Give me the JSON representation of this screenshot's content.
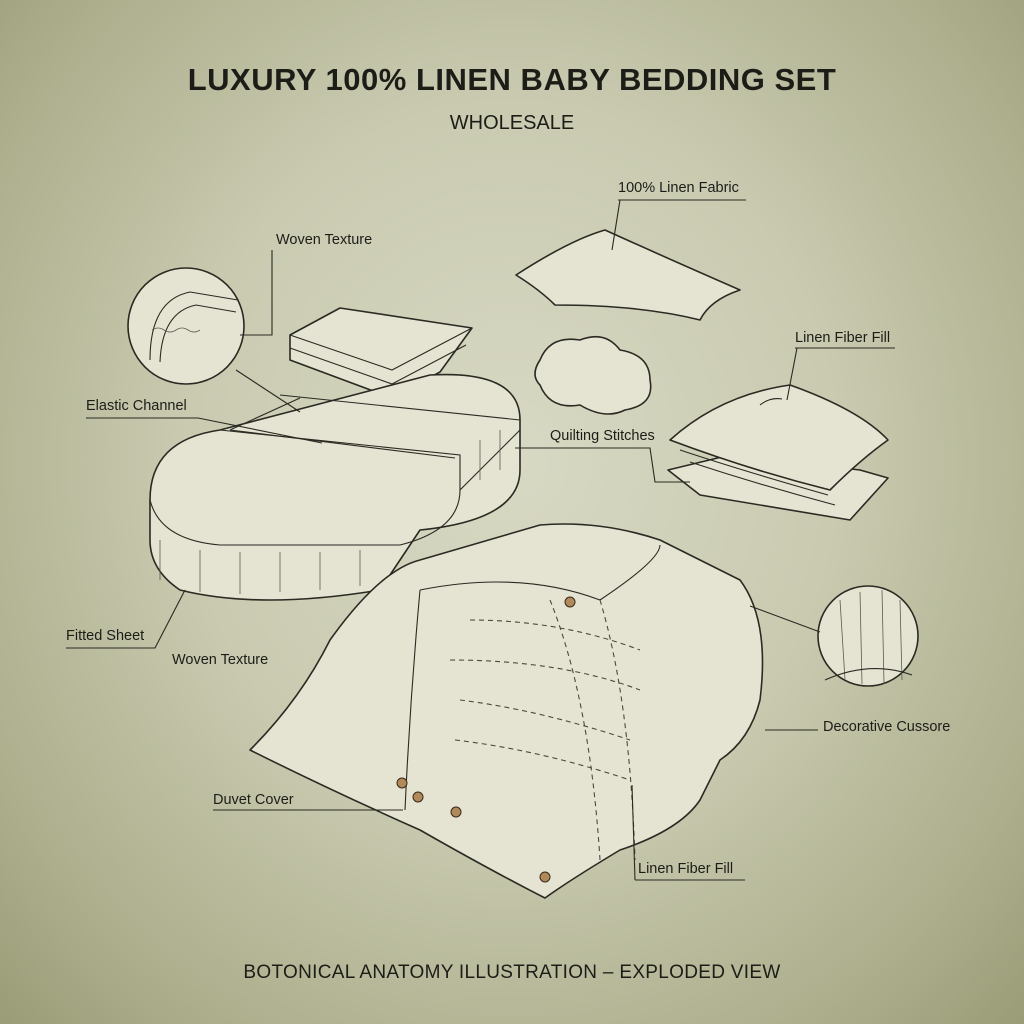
{
  "header": {
    "title": "LUXURY 100% LINEN BABY BEDDING SET",
    "subtitle": "WHOLESALE"
  },
  "labels": {
    "woven_texture_top": "Woven Texture",
    "linen_fabric": "100% Linen Fabric",
    "linen_fiber_fill_top": "Linen Fiber Fill",
    "elastic_channel": "Elastic Channel",
    "quilting_stitches": "Quilting Stitches",
    "fitted_sheet": "Fitted Sheet",
    "woven_texture_bottom": "Woven Texture",
    "decorative_cussore": "Decorative Cussore",
    "duvet_cover": "Duvet Cover",
    "linen_fiber_fill_bottom": "Linen Fiber Fill"
  },
  "footer": {
    "caption": "BOTONICAL ANATOMY ILLUSTRATION – EXPLODED VIEW"
  },
  "colors": {
    "background": "#c9cab0",
    "ink": "#1d1d18",
    "fabric": "#e5e3d2",
    "button": "#b08a5a"
  }
}
